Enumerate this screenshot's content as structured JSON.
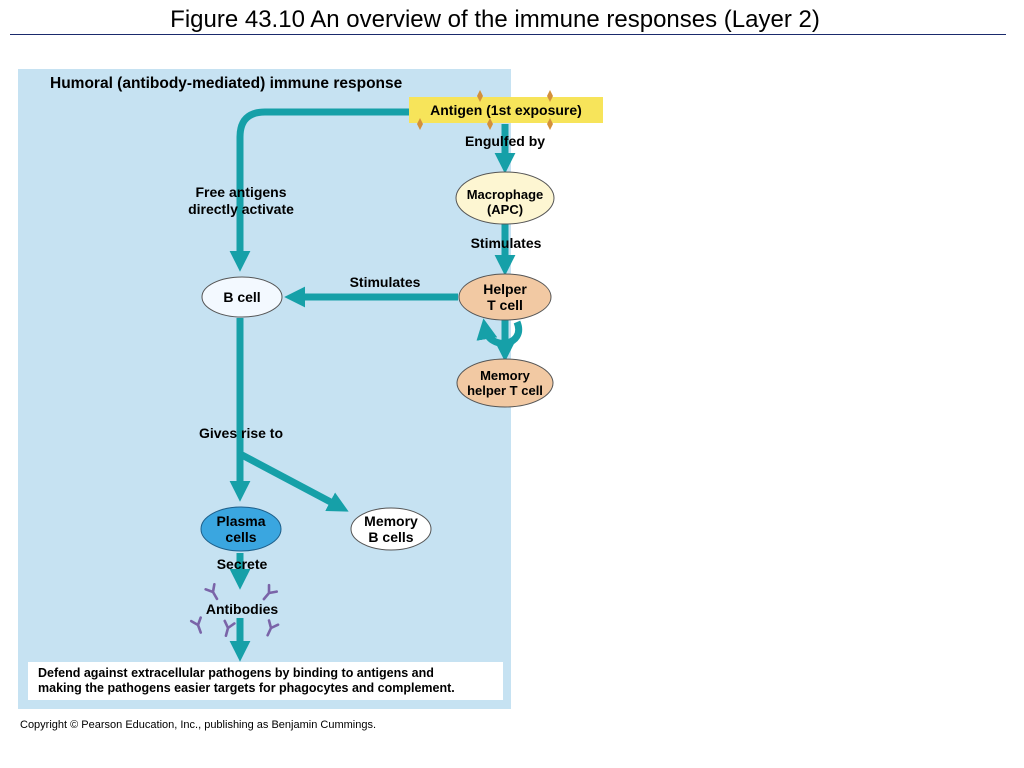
{
  "slide": {
    "title": "Figure 43.10  An overview of the immune responses (Layer 2)",
    "copyright": "Copyright © Pearson Education, Inc., publishing as Benjamin Cummings."
  },
  "diagram": {
    "heading": "Humoral (antibody-mediated) immune response",
    "nodes": {
      "antigen": "Antigen (1st exposure)",
      "macrophage_line1": "Macrophage",
      "macrophage_line2": "(APC)",
      "helper_line1": "Helper",
      "helper_line2": "T cell",
      "memory_helper_line1": "Memory",
      "memory_helper_line2": "helper T cell",
      "b_cell": "B cell",
      "plasma_line1": "Plasma",
      "plasma_line2": "cells",
      "memory_b_line1": "Memory",
      "memory_b_line2": "B cells",
      "antibodies": "Antibodies"
    },
    "edges": {
      "engulfed_by": "Engulfed by",
      "stimulates_macrophage": "Stimulates",
      "stimulates_helper": "Stimulates",
      "free_antigens_line1": "Free antigens",
      "free_antigens_line2": "directly activate",
      "gives_rise_to": "Gives rise to",
      "secrete": "Secrete"
    },
    "outcome_line1": "Defend against extracellular pathogens by binding to antigens and",
    "outcome_line2": "making the pathogens easier targets for phagocytes and complement.",
    "colors": {
      "panel": "#c6e2f2",
      "arrow": "#16a0a8",
      "antigen_box": "#f7e45a",
      "antigen_particle": "#d4903a",
      "macrophage": "#fdf6d2",
      "helper": "#f2c9a3",
      "b_cell": "#f3f9ff",
      "plasma": "#3aa6e0",
      "antibody": "#7a64a8"
    }
  }
}
